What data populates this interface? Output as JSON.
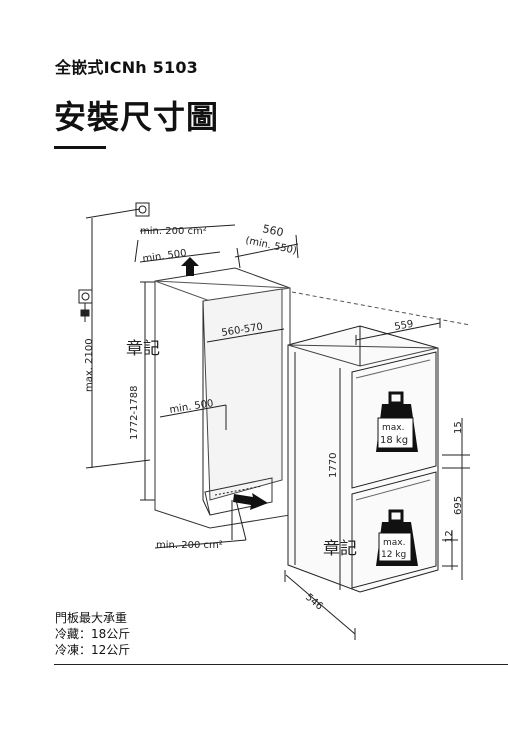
{
  "header": {
    "model": "全嵌式ICNh 5103",
    "title": "安裝尺寸圖"
  },
  "dimensions": {
    "max_height": "max. 2100",
    "niche_height": "1772-1788",
    "vent_top": "min. 200 cm²",
    "vent_top_depth": "min. 500",
    "niche_width": "560",
    "niche_width_min": "(min. 550)",
    "inner_depth": "560-570",
    "inner_vent_depth": "min. 500",
    "vent_bottom": "min. 200 cm²",
    "appliance_width": "559",
    "appliance_height": "1770",
    "appliance_depth": "546",
    "door_gap": "15",
    "lower_height": "695",
    "bottom_gap": "12"
  },
  "shelf_loads": {
    "upper": {
      "max_label": "max.",
      "weight": "18 kg"
    },
    "lower": {
      "max_label": "max.",
      "weight": "12 kg"
    }
  },
  "watermark": "章記",
  "notes": {
    "title": "門板最大承重",
    "fridge": "冷藏：18公斤",
    "freezer": "冷凍：12公斤"
  },
  "icons": [
    "socket-icon",
    "plug-icon",
    "arrow-up-icon",
    "arrow-in-icon",
    "weight-icon"
  ]
}
